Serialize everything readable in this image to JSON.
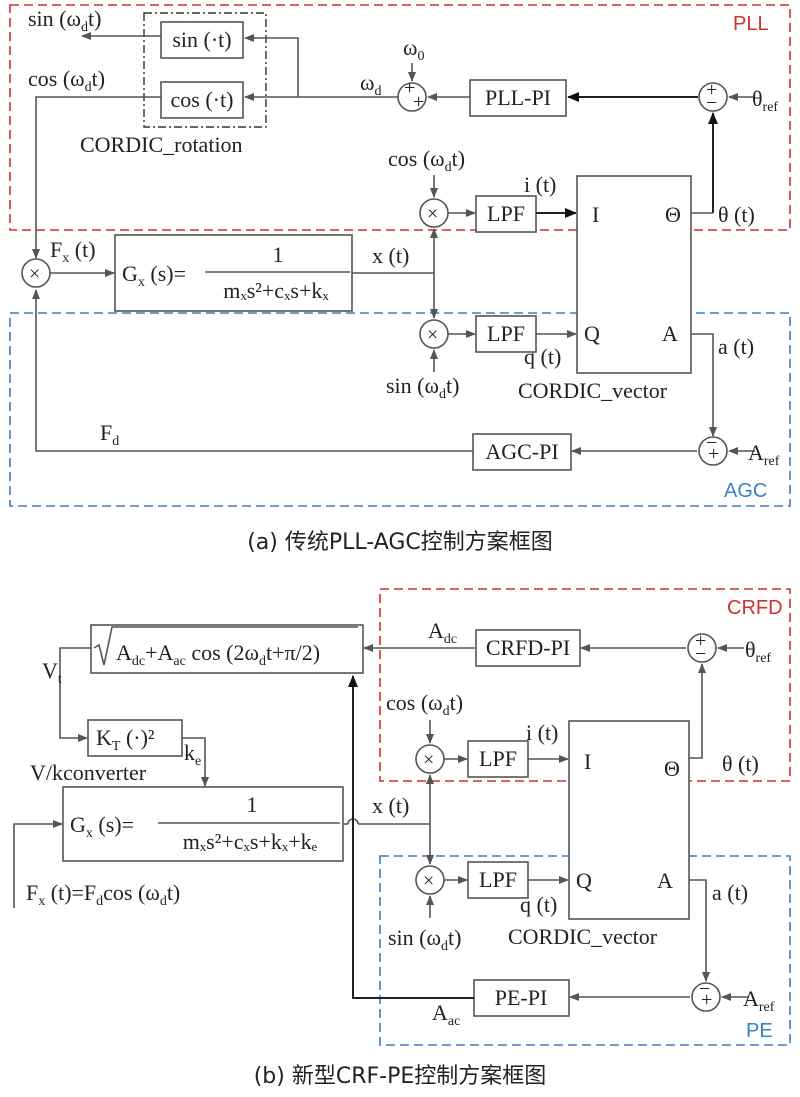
{
  "part_a": {
    "caption": "(a) 传统PLL-AGC控制方案框图",
    "regions": {
      "pll": "PLL",
      "agc": "AGC"
    },
    "cordic_rotation": {
      "label": "CORDIC_rotation",
      "sin_block": "sin (·t)",
      "cos_block": "cos (·t)"
    },
    "outputs": {
      "sin": "sin (ω",
      "sin_sub": "d",
      "sin_tail": "t)",
      "cos": "cos (ω",
      "cos_sub": "d",
      "cos_tail": "t)"
    },
    "omega0": "ω",
    "omega0_sub": "0",
    "omega_d": "ω",
    "omega_d_sub": "d",
    "pll_pi": "PLL-PI",
    "theta_ref": "θ",
    "theta_ref_sub": "ref",
    "mix_cos": "cos (ω",
    "mix_cos_sub": "d",
    "mix_cos_tail": "t)",
    "mix_sin": "sin (ω",
    "mix_sin_sub": "d",
    "mix_sin_tail": "t)",
    "lpf": "LPF",
    "i_t": "i (t)",
    "q_t": "q (t)",
    "cordic_vector": {
      "label": "CORDIC_vector",
      "I": "I",
      "Q": "Q",
      "Theta": "Θ",
      "A": "A"
    },
    "theta_t": "θ (t)",
    "a_t": "a (t)",
    "fx_t": "F",
    "fx_sub": "x",
    "fx_tail": " (t)",
    "plant": {
      "lhs": "G",
      "lhs_sub": "x",
      "lhs_tail": " (s)=",
      "num": "1",
      "den": "mₓs²+cₓs+kₓ"
    },
    "x_t": "x (t)",
    "fd": "F",
    "fd_sub": "d",
    "agc_pi": "AGC-PI",
    "a_ref": "A",
    "a_ref_sub": "ref",
    "signs": {
      "plus": "+",
      "minus": "−",
      "times": "×"
    }
  },
  "part_b": {
    "caption": "(b) 新型CRF-PE控制方案框图",
    "regions": {
      "crfd": "CRFD",
      "pe": "PE"
    },
    "sqrt_expr": "A",
    "sqrt_sub1": "dc",
    "sqrt_mid": "+A",
    "sqrt_sub2": "ac",
    "sqrt_tail": " cos (2ω",
    "sqrt_sub3": "d",
    "sqrt_end": "t+π/2)",
    "vt": "V",
    "vt_sub": "t",
    "adc": "A",
    "adc_sub": "dc",
    "crfd_pi": "CRFD-PI",
    "theta_ref": "θ",
    "theta_ref_sub": "ref",
    "kt_block": "K",
    "kt_sub": "T",
    "kt_tail": " (·)²",
    "ke": "k",
    "ke_sub": "e",
    "converter": "V/kconverter",
    "mix_cos": "cos (ω",
    "mix_cos_sub": "d",
    "mix_cos_tail": "t)",
    "mix_sin": "sin (ω",
    "mix_sin_sub": "d",
    "mix_sin_tail": "t)",
    "lpf": "LPF",
    "i_t": "i (t)",
    "q_t": "q (t)",
    "cordic_vector": {
      "label": "CORDIC_vector",
      "I": "I",
      "Q": "Q",
      "Theta": "Θ",
      "A": "A"
    },
    "theta_t": "θ (t)",
    "a_t": "a (t)",
    "x_t": "x (t)",
    "plant": {
      "lhs": "G",
      "lhs_sub": "x",
      "lhs_tail": " (s)=",
      "num": "1",
      "den": "mₓs²+cₓs+kₓ+kₑ"
    },
    "force": "F",
    "force_sub": "x",
    "force_mid": " (t)=F",
    "force_sub2": "d",
    "force_tail": "cos (ω",
    "force_sub3": "d",
    "force_end": "t)",
    "pe_pi": "PE-PI",
    "aac": "A",
    "aac_sub": "ac",
    "a_ref": "A",
    "a_ref_sub": "ref",
    "signs": {
      "plus": "+",
      "minus": "−",
      "times": "×"
    }
  }
}
